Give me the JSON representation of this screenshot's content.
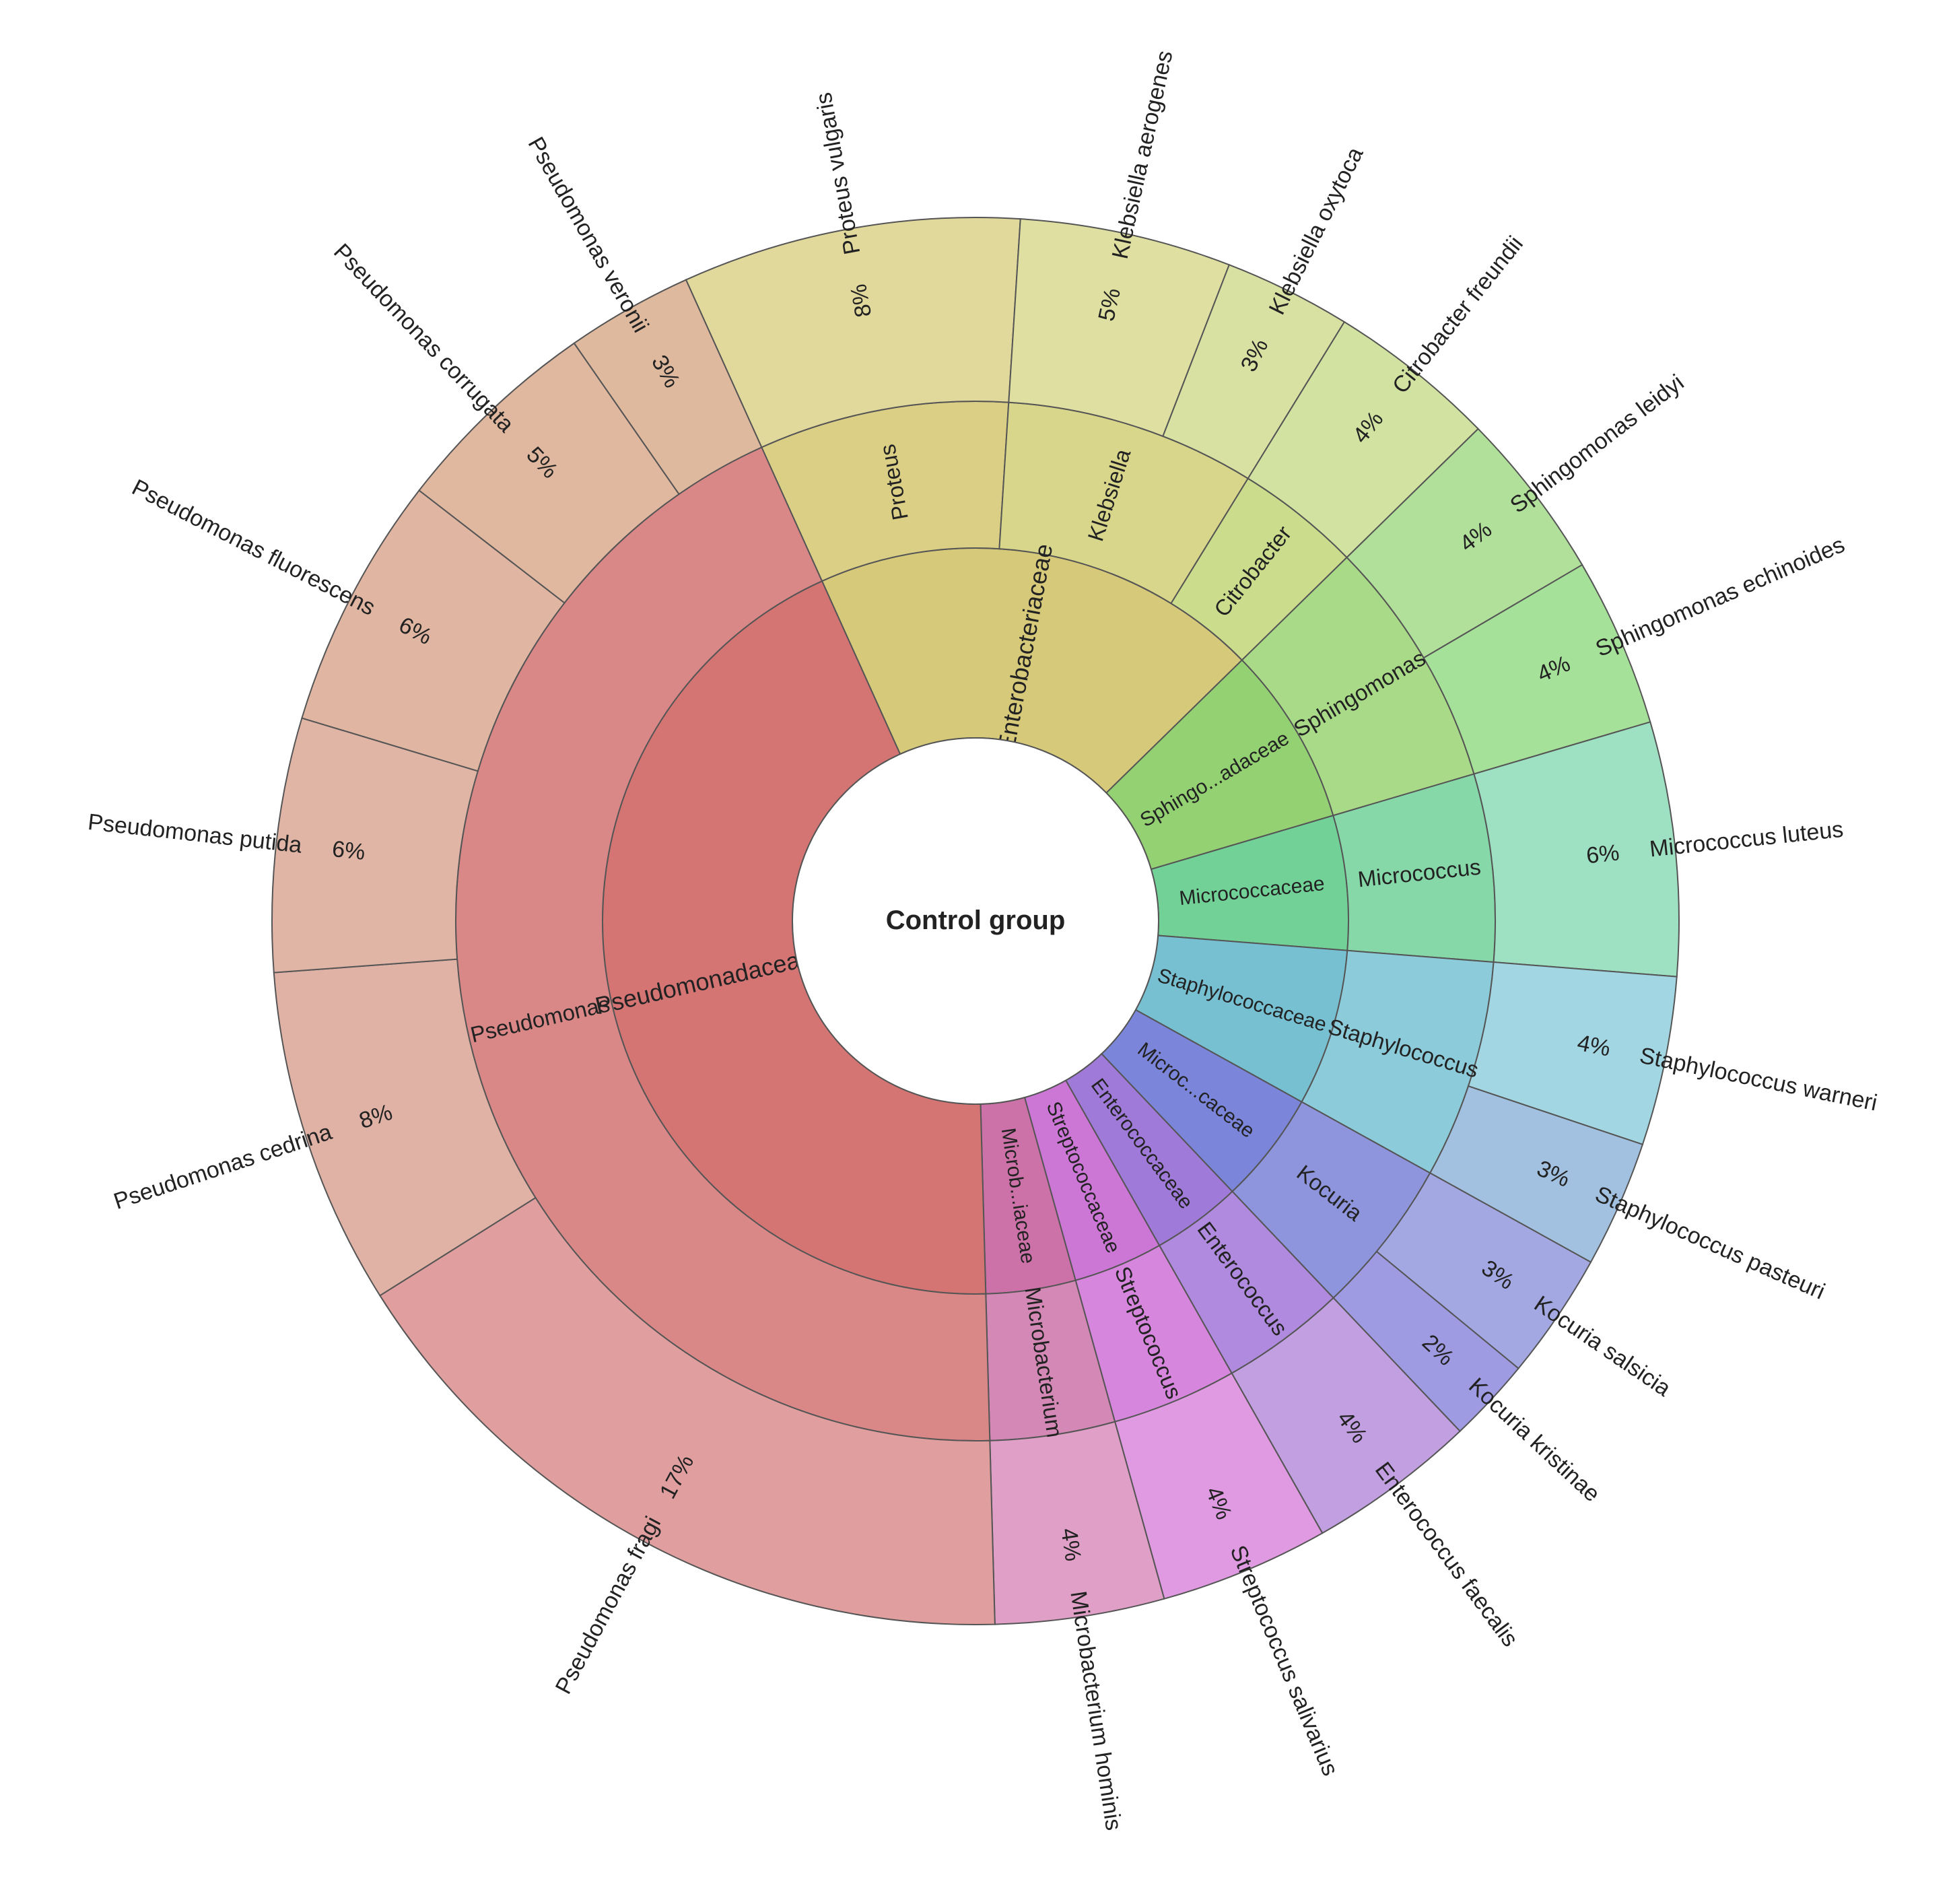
{
  "chart_data": {
    "type": "sunburst",
    "title": "Control group",
    "rings": [
      "family",
      "genus",
      "species"
    ],
    "species": [
      {
        "family": "Enterobacteriaceae",
        "genus": "Proteus",
        "name": "Proteus vulgaris",
        "pct_label": "8%",
        "value": 8
      },
      {
        "family": "Enterobacteriaceae",
        "genus": "Klebsiella",
        "name": "Klebsiella aerogenes",
        "pct_label": "5%",
        "value": 5
      },
      {
        "family": "Enterobacteriaceae",
        "genus": "Klebsiella",
        "name": "Klebsiella oxytoca",
        "pct_label": "3%",
        "value": 3
      },
      {
        "family": "Enterobacteriaceae",
        "genus": "Citrobacter",
        "name": "Citrobacter freundii",
        "pct_label": "4%",
        "value": 4
      },
      {
        "family": "Sphingo...adaceae",
        "genus": "Sphingomonas",
        "name": "Sphingomonas leidyi",
        "pct_label": "4%",
        "value": 4
      },
      {
        "family": "Sphingo...adaceae",
        "genus": "Sphingomonas",
        "name": "Sphingomonas echinoides",
        "pct_label": "4%",
        "value": 4
      },
      {
        "family": "Micrococcaceae",
        "genus": "Micrococcus",
        "name": "Micrococcus luteus",
        "pct_label": "6%",
        "value": 6
      },
      {
        "family": "Staphylococcaceae",
        "genus": "Staphylococcus",
        "name": "Staphylococcus warneri",
        "pct_label": "4%",
        "value": 4
      },
      {
        "family": "Staphylococcaceae",
        "genus": "Staphylococcus",
        "name": "Staphylococcus pasteuri",
        "pct_label": "3%",
        "value": 3
      },
      {
        "family": "Microc...caceae",
        "genus": "Kocuria",
        "name": "Kocuria salsicia",
        "pct_label": "3%",
        "value": 3
      },
      {
        "family": "Microc...caceae",
        "genus": "Kocuria",
        "name": "Kocuria kristinae",
        "pct_label": "2%",
        "value": 2
      },
      {
        "family": "Enterococcaceae",
        "genus": "Enterococcus",
        "name": "Enterococcus faecalis",
        "pct_label": "4%",
        "value": 4
      },
      {
        "family": "Streptococcaceae",
        "genus": "Streptococcus",
        "name": "Streptococcus salivarius",
        "pct_label": "4%",
        "value": 4
      },
      {
        "family": "Microb...iaceae",
        "genus": "Microbacterium",
        "name": "Microbacterium hominis",
        "pct_label": "4%",
        "value": 4
      },
      {
        "family": "Pseudomonadaceae",
        "genus": "Pseudomonas",
        "name": "Pseudomonas fragi",
        "pct_label": "17%",
        "value": 17
      },
      {
        "family": "Pseudomonadaceae",
        "genus": "Pseudomonas",
        "name": "Pseudomonas cedrina",
        "pct_label": "8%",
        "value": 8
      },
      {
        "family": "Pseudomonadaceae",
        "genus": "Pseudomonas",
        "name": "Pseudomonas putida",
        "pct_label": "6%",
        "value": 6
      },
      {
        "family": "Pseudomonadaceae",
        "genus": "Pseudomonas",
        "name": "Pseudomonas fluorescens",
        "pct_label": "6%",
        "value": 6
      },
      {
        "family": "Pseudomonadaceae",
        "genus": "Pseudomonas",
        "name": "Pseudomonas corrugata",
        "pct_label": "5%",
        "value": 5
      },
      {
        "family": "Pseudomonadaceae",
        "genus": "Pseudomonas",
        "name": "Pseudomonas veronii",
        "pct_label": "3%",
        "value": 3
      }
    ],
    "family_colors": {
      "Enterobacteriaceae": "#d6c97a",
      "Sphingo...adaceae": "#93d173",
      "Micrococcaceae": "#72d197",
      "Staphylococcaceae": "#76c0d2",
      "Microc...caceae": "#7b85d9",
      "Enterococcaceae": "#a07ad9",
      "Streptococcaceae": "#cc76d6",
      "Microb...iaceae": "#cd72a9",
      "Pseudomonadaceae": "#d47473"
    },
    "genus_colors": {
      "Proteus": "#dbcf86",
      "Klebsiella": "#d8d68a",
      "Citrobacter": "#cbdc8c",
      "Sphingomonas": "#a9da88",
      "Micrococcus": "#86d8a9",
      "Staphylococcus": "#8ccbd9",
      "Kocuria": "#8e95dc",
      "Enterococcus": "#b08ade",
      "Streptococcus": "#d686dc",
      "Microbacterium": "#d488b6",
      "Pseudomonas": "#d98787"
    },
    "species_colors": {
      "Proteus vulgaris": "#e1d89c",
      "Klebsiella aerogenes": "#dedfa1",
      "Klebsiella oxytoca": "#d9e1a2",
      "Citrobacter freundii": "#d2e3a1",
      "Sphingomonas leidyi": "#b1e09a",
      "Sphingomonas echinoides": "#a6e19a",
      "Micrococcus luteus": "#9ee0c2",
      "Staphylococcus warneri": "#a2d6e2",
      "Staphylococcus pasteuri": "#a2c1e0",
      "Kocuria salsicia": "#a3a8e3",
      "Kocuria kristinae": "#9f9be3",
      "Enterococcus faecalis": "#c19fe1",
      "Streptococcus salivarius": "#e09ae2",
      "Microbacterium hominis": "#e09fc6",
      "Pseudomonas fragi": "#e09e9e",
      "Pseudomonas cedrina": "#e0b1a5",
      "Pseudomonas putida": "#e0b5a6",
      "Pseudomonas fluorescens": "#e0b6a2",
      "Pseudomonas corrugata": "#e0b79f",
      "Pseudomonas veronii": "#dfb99e"
    }
  }
}
